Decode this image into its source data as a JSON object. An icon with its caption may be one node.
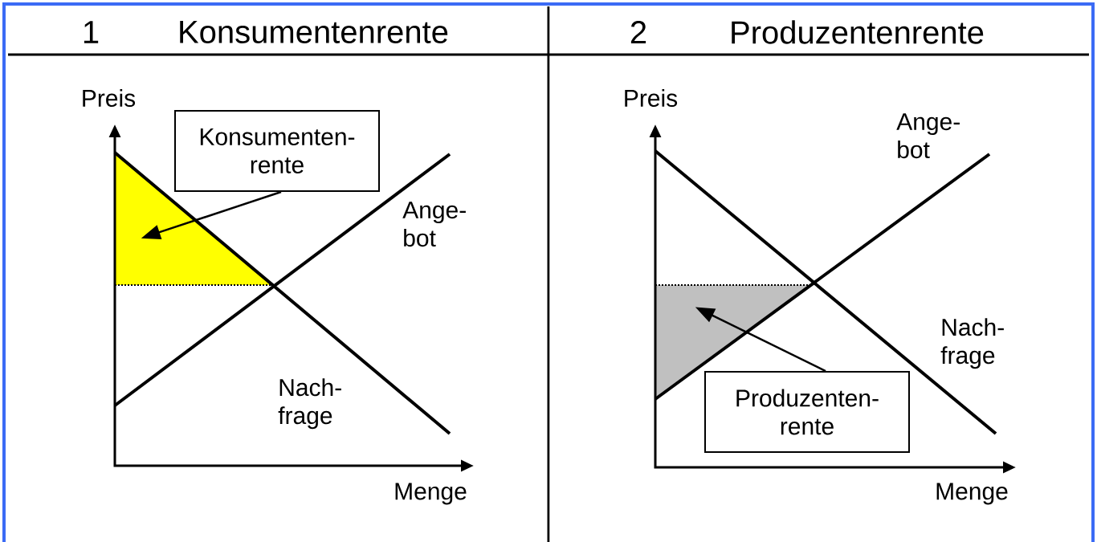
{
  "diagram": {
    "nodes": [
      {
        "text": [
          "Konsumenten- rente"
        ]
      },
      {
        "text": [],
        "shape": "triangle"
      },
      {
        "text": [],
        "shape": "triangle"
      },
      {
        "text": [
          "Produzenten- rente"
        ]
      }
    ],
    "edges": [
      {
        "from": 0,
        "to": 1,
        "arrow": "to"
      },
      {
        "from": 3,
        "to": 2,
        "arrow": "to"
      }
    ],
    "labels": [
      "1",
      "Konsumentenrente",
      "2",
      "Produzentenrente",
      "Preis",
      "Ange- bot",
      "Nach- frage",
      "Menge",
      "Preis",
      "Ange- bot",
      "Nach- frage",
      "Menge"
    ]
  }
}
